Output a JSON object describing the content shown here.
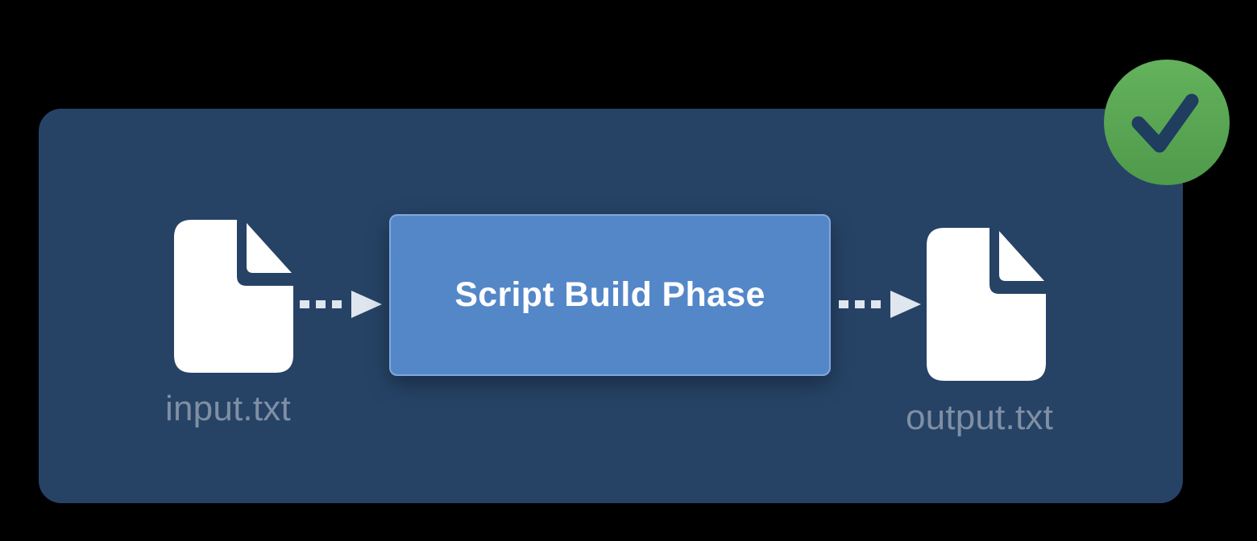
{
  "diagram": {
    "input_file": {
      "label": "input.txt",
      "icon": "document-icon"
    },
    "process": {
      "label": "Script Build Phase"
    },
    "output_file": {
      "label": "output.txt",
      "icon": "document-icon"
    },
    "status": {
      "icon": "checkmark-icon",
      "state": "success"
    }
  },
  "colors": {
    "background": "#000000",
    "panel": "#264366",
    "process_box": "#5487c8",
    "label_text": "#7f8fa4",
    "badge_green": "#5ca856",
    "check_mark": "#1f3d5e"
  }
}
